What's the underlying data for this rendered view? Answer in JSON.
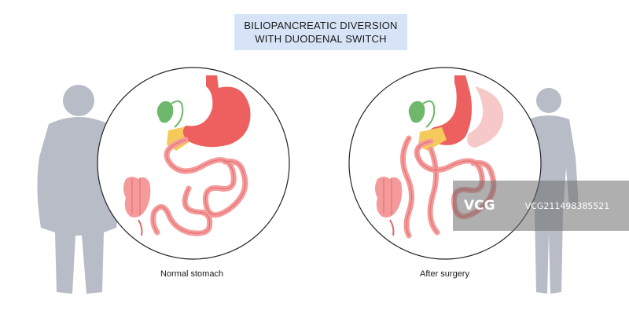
{
  "title": {
    "line1": "BILIOPANCREATIC DIVERSION",
    "line2": "WITH DUODENAL SWITCH"
  },
  "panels": [
    {
      "caption": "Normal stomach"
    },
    {
      "caption": "After surgery"
    }
  ],
  "watermark": {
    "logo": "VCG",
    "id": "VCG211498385521"
  },
  "colors": {
    "title_bg": "#d7e4f7",
    "silhouette": "#b7bcc6",
    "stomach": "#ee5f5f",
    "intestine": "#f59a9a",
    "intestine_outline": "#e06a6a",
    "gallbladder": "#6db86a",
    "pancreas": "#f5c95a"
  }
}
